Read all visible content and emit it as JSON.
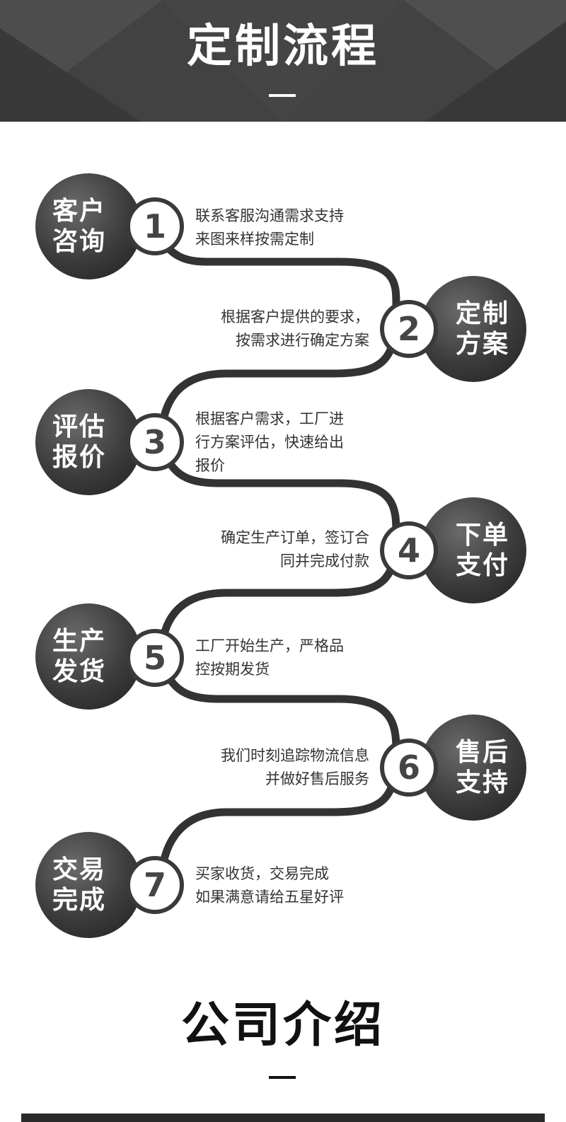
{
  "header": {
    "title": "定制流程"
  },
  "colors": {
    "header_bg": "#424242",
    "circle_dark": "#303030",
    "path": "#333333",
    "text": "#333333"
  },
  "steps": [
    {
      "num": "1",
      "label_line1": "客户",
      "label_line2": "咨询",
      "desc": [
        "联系客服沟通需求支持",
        "来图来样按需定制"
      ]
    },
    {
      "num": "2",
      "label_line1": "定制",
      "label_line2": "方案",
      "desc": [
        "根据客户提供的要求，",
        "按需求进行确定方案"
      ]
    },
    {
      "num": "3",
      "label_line1": "评估",
      "label_line2": "报价",
      "desc": [
        "根据客户需求，工厂进",
        "行方案评估，快速给出",
        "报价"
      ]
    },
    {
      "num": "4",
      "label_line1": "下单",
      "label_line2": "支付",
      "desc": [
        "确定生产订单，签订合",
        "同并完成付款"
      ]
    },
    {
      "num": "5",
      "label_line1": "生产",
      "label_line2": "发货",
      "desc": [
        "工厂开始生产，严格品",
        "控按期发货"
      ]
    },
    {
      "num": "6",
      "label_line1": "售后",
      "label_line2": "支持",
      "desc": [
        "我们时刻追踪物流信息",
        "并做好售后服务"
      ]
    },
    {
      "num": "7",
      "label_line1": "交易",
      "label_line2": "完成",
      "desc": [
        "买家收货，交易完成",
        "如果满意请给五星好评"
      ]
    }
  ],
  "footer": {
    "title": "公司介绍"
  }
}
